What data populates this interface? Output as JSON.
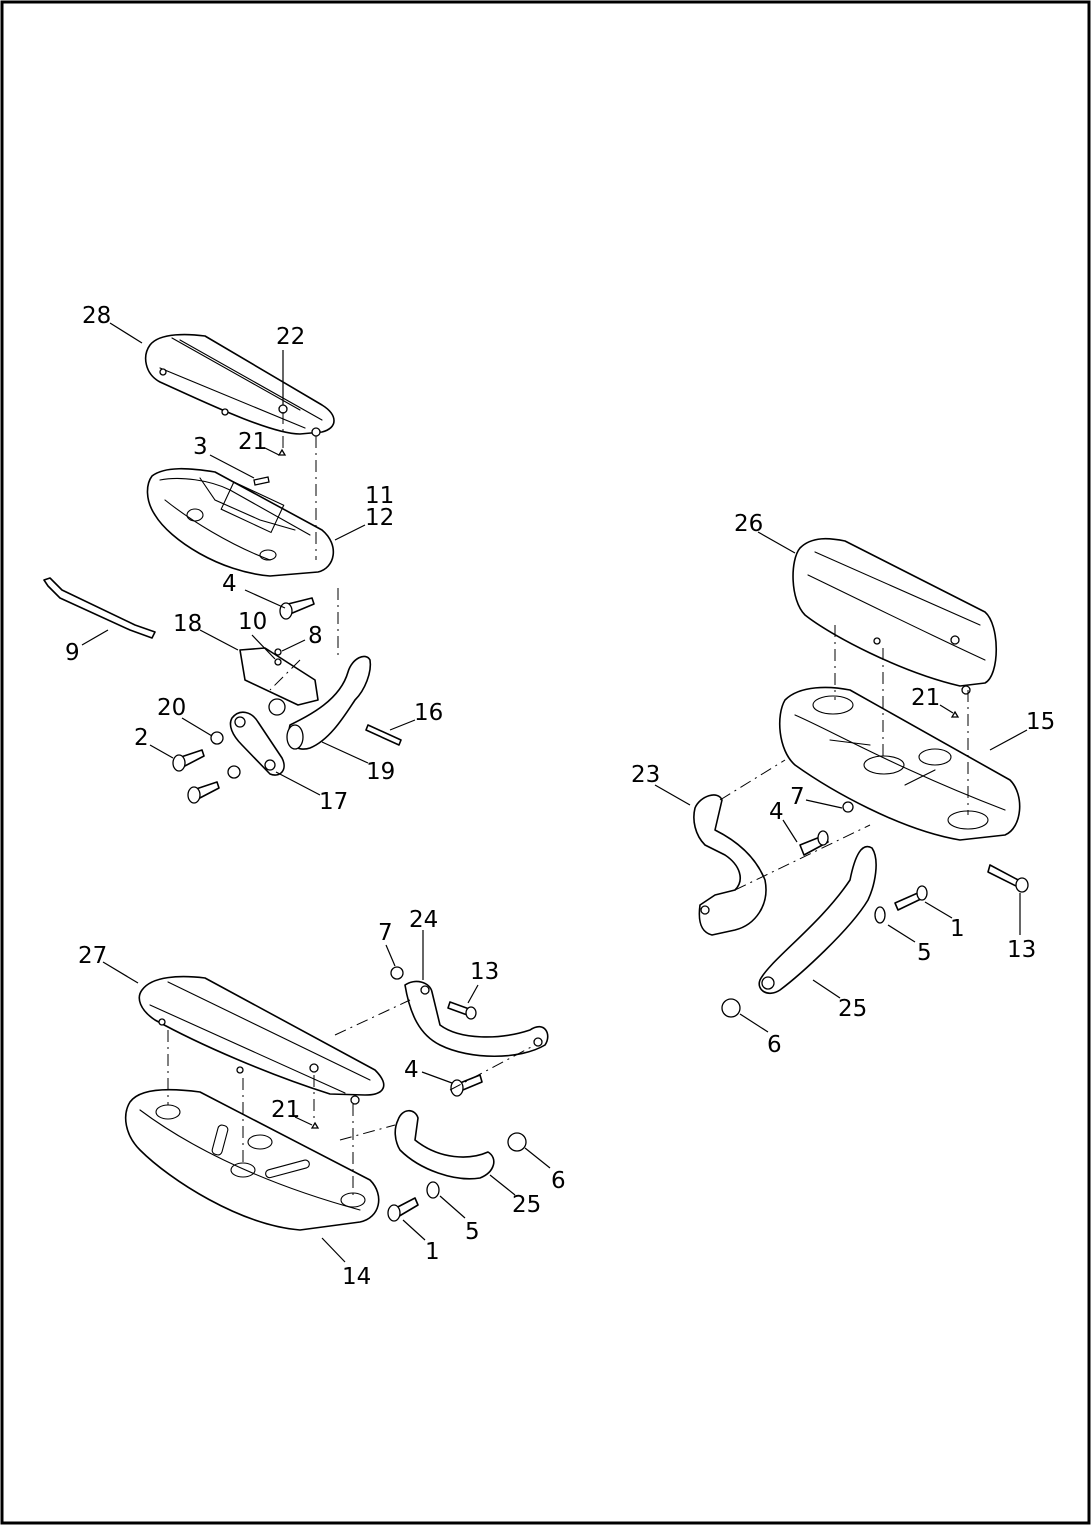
{
  "diagram": {
    "border_color": "#000000",
    "background": "#ffffff",
    "callouts": [
      "1",
      "2",
      "3",
      "4",
      "5",
      "6",
      "7",
      "8",
      "9",
      "10",
      "11",
      "12",
      "13",
      "14",
      "15",
      "16",
      "17",
      "18",
      "19",
      "20",
      "21",
      "22",
      "23",
      "24",
      "25",
      "26",
      "27",
      "28"
    ],
    "labels": {
      "c28": "28",
      "c22": "22",
      "c3": "3",
      "c21a": "21",
      "c11": "11",
      "c12": "12",
      "c4a": "4",
      "c9": "9",
      "c18": "18",
      "c10": "10",
      "c8": "8",
      "c20": "20",
      "c16": "16",
      "c2": "2",
      "c19": "19",
      "c17": "17",
      "c26": "26",
      "c21b": "21",
      "c15": "15",
      "c23": "23",
      "c7a": "7",
      "c4b": "4",
      "c1a": "1",
      "c13a": "13",
      "c5a": "5",
      "c25a": "25",
      "c6a": "6",
      "c7b": "7",
      "c24": "24",
      "c13b": "13",
      "c27": "27",
      "c4c": "4",
      "c21c": "21",
      "c6b": "6",
      "c25b": "25",
      "c5b": "5",
      "c1b": "1",
      "c14": "14"
    }
  }
}
